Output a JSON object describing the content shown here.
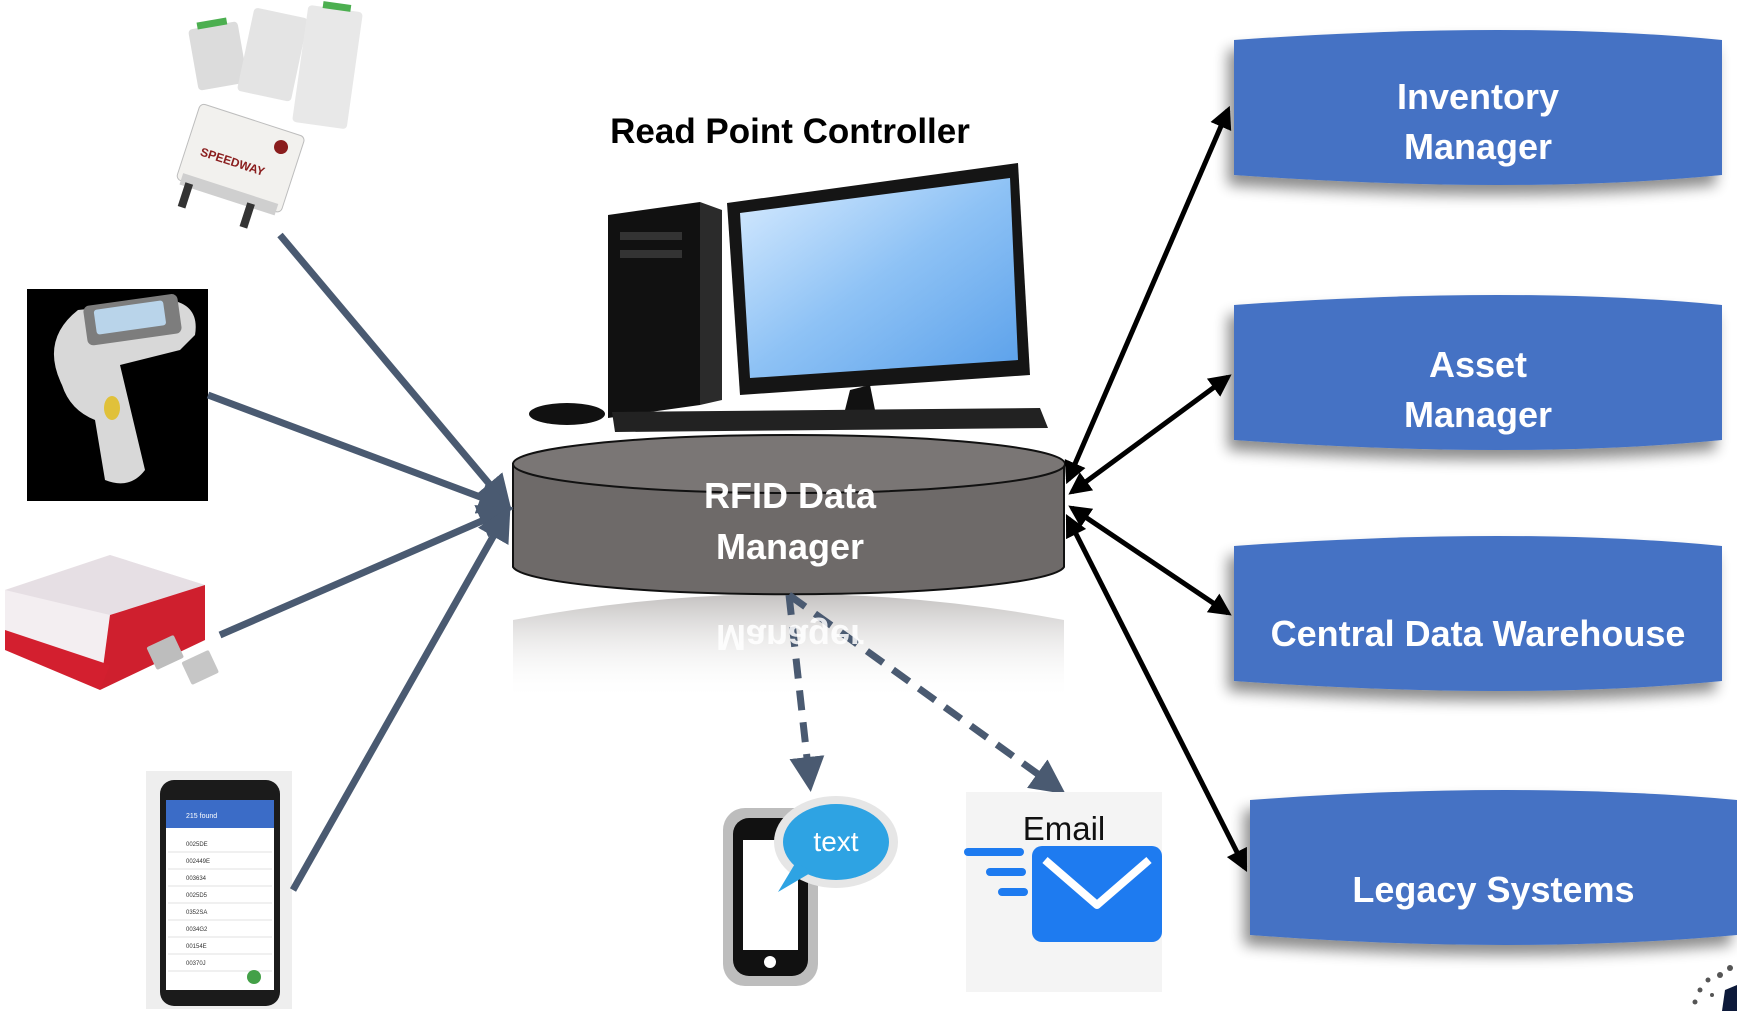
{
  "diagram": {
    "controller_label": "Read Point Controller",
    "data_manager": {
      "line1": "RFID Data",
      "line2": "Manager",
      "reflection": "Manager"
    },
    "systems": [
      {
        "line1": "Inventory",
        "line2": "Manager"
      },
      {
        "line1": "Asset",
        "line2": "Manager"
      },
      {
        "line1": "Central Data Warehouse",
        "line2": ""
      },
      {
        "line1": "Legacy Systems",
        "line2": ""
      }
    ],
    "devices": {
      "fixed_reader": "SPEEDWAY",
      "handheld_phone_app": {
        "header": "215 found",
        "rows": [
          "0025DE",
          "002449E",
          "003634",
          "0025D5",
          "0352SA",
          "0034G2",
          "00154E",
          "00370J"
        ]
      }
    },
    "outputs": {
      "sms_label": "text",
      "email_label": "Email"
    },
    "colors": {
      "system_box": "#4472C4",
      "data_manager": "#6E6A69",
      "device_arrows": "#4A5A71",
      "system_arrows": "#000000",
      "email_icon": "#1E7BF0",
      "sms_bubble": "#2EA3E3"
    }
  }
}
